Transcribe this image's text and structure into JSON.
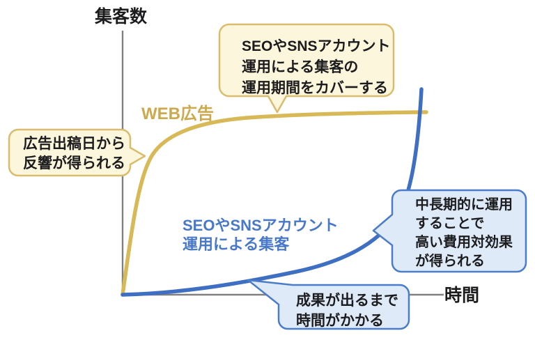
{
  "figure": {
    "y_axis_label": "集客数",
    "x_axis_label": "時間",
    "series": {
      "web_ad": {
        "label": "WEB広告",
        "color": "#d8b957",
        "label_color": "#cda94e"
      },
      "seo_sns": {
        "label": "SEOやSNSアカウント\n運用による集客",
        "color": "#3e6fc2",
        "label_color": "#4878ca"
      }
    },
    "callouts": {
      "top": {
        "text": "SEOやSNSアカウント\n運用による集客の\n運用期間をカバーする",
        "fill": "#fcf6dc",
        "border": "#d9bc6e"
      },
      "left": {
        "text": "広告出稿日から\n反響が得られる",
        "fill": "#fcf6dc",
        "border": "#d9bc6e"
      },
      "right": {
        "text": "中長期的に運用\nすることで\n高い費用対効果\nが得られる",
        "fill": "#deeaf8",
        "border": "#4a7cc9"
      },
      "bottom": {
        "text": "成果が出るまで\n時間がかかる",
        "fill": "#deeaf8",
        "border": "#4a7cc9"
      }
    },
    "colors": {
      "axis": "#808080",
      "text": "#1c1c1e"
    }
  },
  "chart_data": {
    "type": "line",
    "title": "",
    "xlabel": "時間",
    "ylabel": "集客数",
    "axes_numeric": false,
    "grid": false,
    "legend_position": "inline-labels",
    "x_range_norm": [
      0,
      1
    ],
    "y_range_norm": [
      0,
      1
    ],
    "series": [
      {
        "name": "WEB広告",
        "color": "#d8b957",
        "shape": "immediate steep rise then long plateau",
        "x": [
          0,
          0.03,
          0.05,
          0.09,
          0.16,
          0.27,
          0.49,
          0.7,
          0.95
        ],
        "y": [
          0,
          0.22,
          0.38,
          0.52,
          0.61,
          0.65,
          0.68,
          0.69,
          0.69
        ]
      },
      {
        "name": "SEOやSNSアカウント運用による集客",
        "color": "#3e6fc2",
        "shape": "flat start then accelerating exponential growth",
        "x": [
          0,
          0.16,
          0.33,
          0.54,
          0.7,
          0.81,
          0.87,
          0.9,
          0.92,
          0.93
        ],
        "y": [
          0,
          0.005,
          0.04,
          0.09,
          0.13,
          0.22,
          0.31,
          0.46,
          0.61,
          0.78
        ]
      }
    ],
    "annotations": [
      {
        "text": "SEOやSNSアカウント運用による集客の運用期間をカバーする",
        "style": "yellow",
        "points_to": "WEB広告 curve plateau"
      },
      {
        "text": "広告出稿日から反響が得られる",
        "style": "yellow",
        "points_to": "WEB広告 curve initial rise"
      },
      {
        "text": "中長期的に運用することで高い費用対効果が得られる",
        "style": "blue",
        "points_to": "SEO/SNS curve steep growth"
      },
      {
        "text": "成果が出るまで時間がかかる",
        "style": "blue",
        "points_to": "SEO/SNS curve flat start"
      }
    ]
  }
}
